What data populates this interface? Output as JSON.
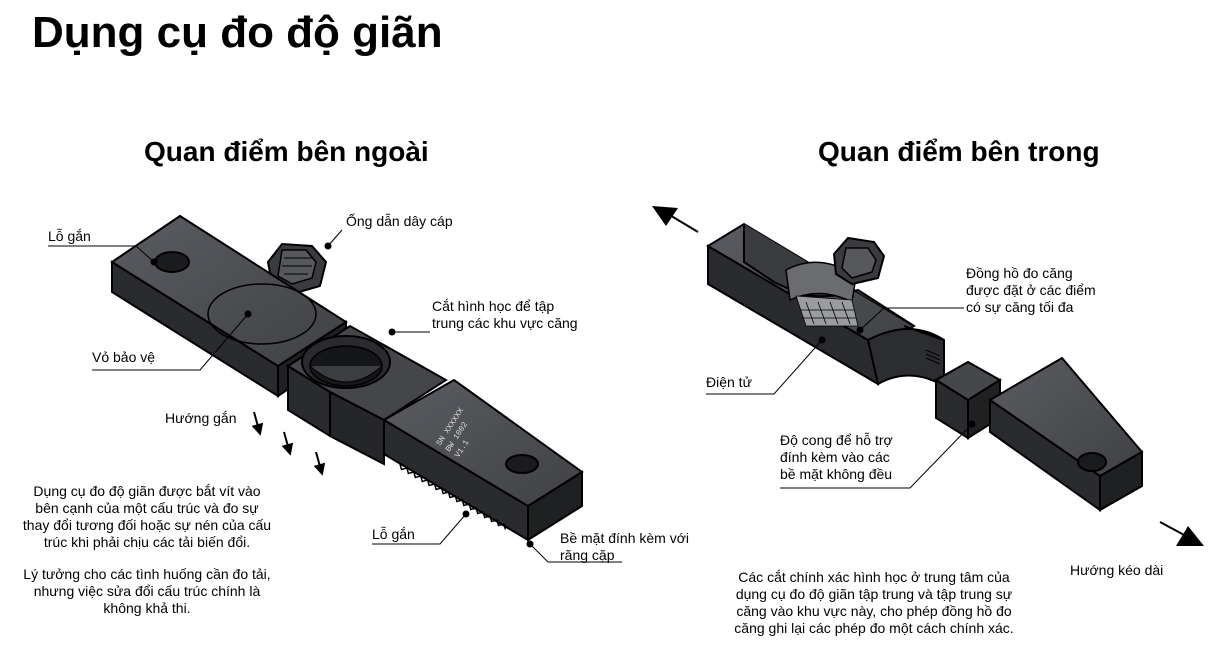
{
  "title": "Dụng cụ đo độ giãn",
  "sections": {
    "external": "Quan điểm bên ngoài",
    "internal": "Quan điểm bên trong"
  },
  "labels": {
    "mount_hole_top": "Lỗ gắn",
    "cable_conduit": "Ống dẫn dây cáp",
    "geometry_cut": [
      "Cắt hình học để tập",
      "trung các khu vực căng"
    ],
    "protective_shell": "Vỏ bảo vệ",
    "mount_direction": "Hướng gắn",
    "mount_hole_bottom": "Lỗ gắn",
    "attach_surface": [
      "Bề mặt đính kèm với",
      "răng cặp"
    ],
    "strain_gauges": [
      "Đồng hồ đo căng",
      "được đặt ở các điểm",
      "có sự căng tối đa"
    ],
    "electronics": "Điện tử",
    "curvature": [
      "Độ cong để hỗ trợ",
      "đính kèm vào các",
      "bề mặt không đều"
    ],
    "stretch_direction": "Hướng kéo dài"
  },
  "paragraphs": {
    "mount_desc": [
      "Dụng cụ đo độ giãn được bắt vít vào",
      "bên cạnh của một cấu trúc và đo sự",
      "thay đổi tương đối hoặc sự nén của cấu",
      "trúc khi phải chịu các tải biến đổi."
    ],
    "ideal_desc": [
      "Lý tưởng cho các tình huống cần đo tải,",
      "nhưng việc sửa đổi cấu trúc chính là",
      "không khả thi."
    ],
    "cut_desc": [
      "Các cắt chính xác hình học ở trung tâm của",
      "dụng cụ đo độ giãn tập trung và tập trung sự",
      "căng vào khu vực này, cho phép đồng hồ đo",
      "căng ghi lại các phép đo một cách chính xác."
    ]
  },
  "device_marking": [
    "SN XXXXXX",
    "BW 1002",
    "V1.1"
  ],
  "colors": {
    "body_top": "#4b4d51",
    "body_side": "#2c2d30",
    "body_dark": "#1c1d1f",
    "accent_line": "#000000"
  }
}
